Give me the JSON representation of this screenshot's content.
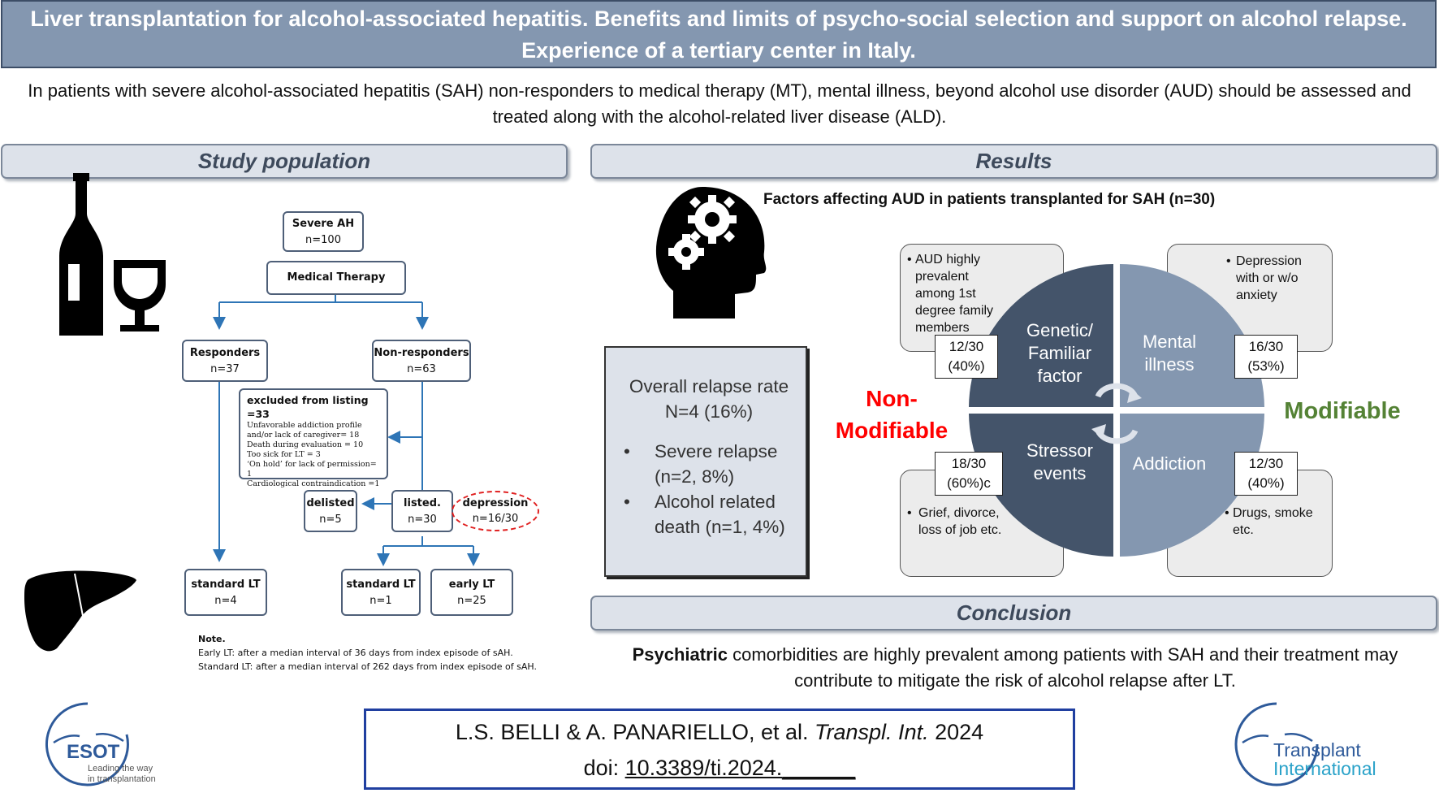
{
  "title": "Liver transplantation for alcohol-associated hepatitis. Benefits and limits of psycho-social selection and support on alcohol relapse. Experience of a tertiary center in Italy.",
  "subtitle": "In patients with severe alcohol-associated hepatitis (SAH) non-responders to medical therapy (MT), mental illness, beyond alcohol use disorder (AUD) should be assessed and treated along with the alcohol-related liver disease (ALD).",
  "study_population": {
    "header": "Study population",
    "flowchart": {
      "severe_ah": {
        "label": "Severe AH",
        "n": "n=100"
      },
      "medical_therapy": {
        "label": "Medical Therapy"
      },
      "responders": {
        "label": "Responders",
        "n": "n=37"
      },
      "non_responders": {
        "label": "Non-responders",
        "n": "n=63"
      },
      "excluded": {
        "label": "excluded from listing =33",
        "items": [
          "Unfavorable addiction profile and/or lack of caregiver= 18",
          "Death during evaluation = 10",
          "Too sick for LT = 3",
          "‘On hold’ for lack of permission= 1",
          "Cardiological contraindication =1"
        ]
      },
      "delisted": {
        "label": "delisted",
        "n": "n=5"
      },
      "listed": {
        "label": "listed.",
        "n": "n=30"
      },
      "depression": {
        "label": "depression",
        "n": "n=16/30"
      },
      "standard_lt_left": {
        "label": "standard LT",
        "n": "n=4"
      },
      "standard_lt_mid": {
        "label": "standard LT",
        "n": "n=1"
      },
      "early_lt": {
        "label": "early LT",
        "n": "n=25"
      }
    },
    "note": {
      "title": "Note.",
      "early": "Early LT: after a median interval of 36 days from index episode of sAH.",
      "standard": "Standard LT: after a median interval of 262 days from index episode of sAH."
    }
  },
  "results": {
    "header": "Results",
    "factors_title": "Factors affecting AUD in patients transplanted for SAH  (n=30)",
    "relapse": {
      "title": "Overall relapse rate",
      "n": "N=4 (16%)",
      "bullets": [
        "Severe relapse (n=2, 8%)",
        "Alcohol related death (n=1, 4%)"
      ]
    },
    "non_modifiable": "Non-\nModifiable",
    "modifiable": "Modifiable",
    "quadrants": {
      "genetic": {
        "label": "Genetic/\nFamiliar\nfactor",
        "desc": "AUD highly prevalent among 1st degree family members",
        "frac": "12/30\n(40%)"
      },
      "mental": {
        "label": "Mental\nillness",
        "desc": "Depression with or w/o anxiety",
        "frac": "16/30\n(53%)"
      },
      "stressor": {
        "label": "Stressor\nevents",
        "desc": "Grief, divorce, loss of job etc.",
        "frac": "18/30\n(60%)c"
      },
      "addiction": {
        "label": "Addiction",
        "desc": "Drugs, smoke etc.",
        "frac": "12/30\n(40%)"
      }
    },
    "colors": {
      "dark_quadrant": "#44546a",
      "light_quadrant": "#8497b0",
      "non_modifiable": "#ff0000",
      "modifiable": "#548235"
    }
  },
  "conclusion": {
    "header": "Conclusion",
    "bold": "Psychiatric",
    "text": " comorbidities are highly prevalent among patients with SAH and their treatment may contribute to mitigate the risk of alcohol relapse after LT."
  },
  "citation": {
    "authors": "L.S. BELLI & A. PANARIELLO, et al. ",
    "journal": "Transpl. Int.",
    "year": " 2024",
    "doi_prefix": "doi: ",
    "doi": "10.3389/ti.2024.",
    "doi_blank": "______"
  },
  "logos": {
    "esot": {
      "name": "ESOT",
      "tagline_1": "Leading the way",
      "tagline_2": "in transplantation"
    },
    "ti": {
      "line1": "Transplant",
      "line2": "International"
    }
  },
  "icons": [
    "wine-bottle-icon",
    "wine-glass-icon",
    "liver-icon",
    "head-gears-icon",
    "cycle-arrows-icon"
  ]
}
